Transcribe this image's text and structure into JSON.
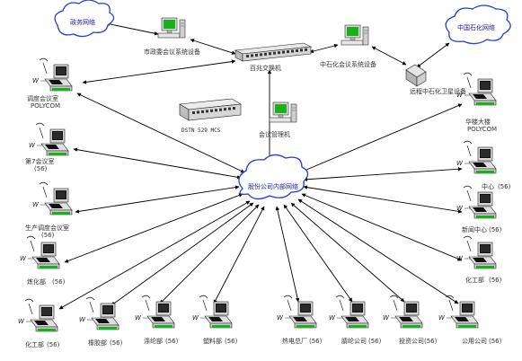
{
  "clouds": {
    "government_net": "政务网络",
    "sinopec_net": "中国石化网络",
    "company_intranet": "股份公司内部网络"
  },
  "core": {
    "city_conf_device": "市政委会议系统设备",
    "switch": "百兆交换机",
    "sinopec_conf_device": "中石化会议系统设备",
    "satellite_device": "远程中石化卫星设备",
    "dstn_device": "DSTN  529  MCS",
    "conf_manager": "会议管理机"
  },
  "left_sites": [
    {
      "name": "调度会议室",
      "model": "POLYCOM"
    },
    {
      "name": "第7会议室",
      "model": "(56)"
    },
    {
      "name": "生产调度会议室",
      "model": "(56)"
    },
    {
      "name": "炼化部",
      "model": "(56)"
    }
  ],
  "right_sites": [
    {
      "name": "华楼大楼",
      "model": "POLYCOM"
    },
    {
      "name": "中心",
      "model": "(56)"
    },
    {
      "name": "新闻中心",
      "model": "(56)"
    },
    {
      "name": "化工部",
      "model": "(56)"
    }
  ],
  "bottom_sites": [
    {
      "name": "化工部",
      "model": "(56)"
    },
    {
      "name": "橡胶部",
      "model": "(56)"
    },
    {
      "name": "涤纶部",
      "model": "(56)"
    },
    {
      "name": "塑料部",
      "model": "(56)"
    },
    {
      "name": "热电总厂",
      "model": "(56)"
    },
    {
      "name": "腈纶公司",
      "model": "(56)"
    },
    {
      "name": "投资公司",
      "model": "(56)"
    },
    {
      "name": "公用公司",
      "model": "(56)"
    }
  ],
  "colors": {
    "cloud_outline": "#1f3fd6",
    "screen_green": "#19b019",
    "line": "#000000"
  }
}
